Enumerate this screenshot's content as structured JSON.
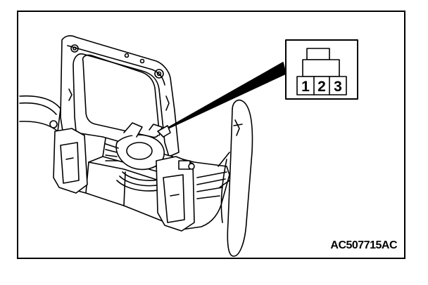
{
  "connector": {
    "pins": [
      "1",
      "2",
      "3"
    ]
  },
  "figure_code": "AC507715AC",
  "colors": {
    "line": "#000000",
    "fill": "#ffffff",
    "shade": "#d8d8d8"
  }
}
